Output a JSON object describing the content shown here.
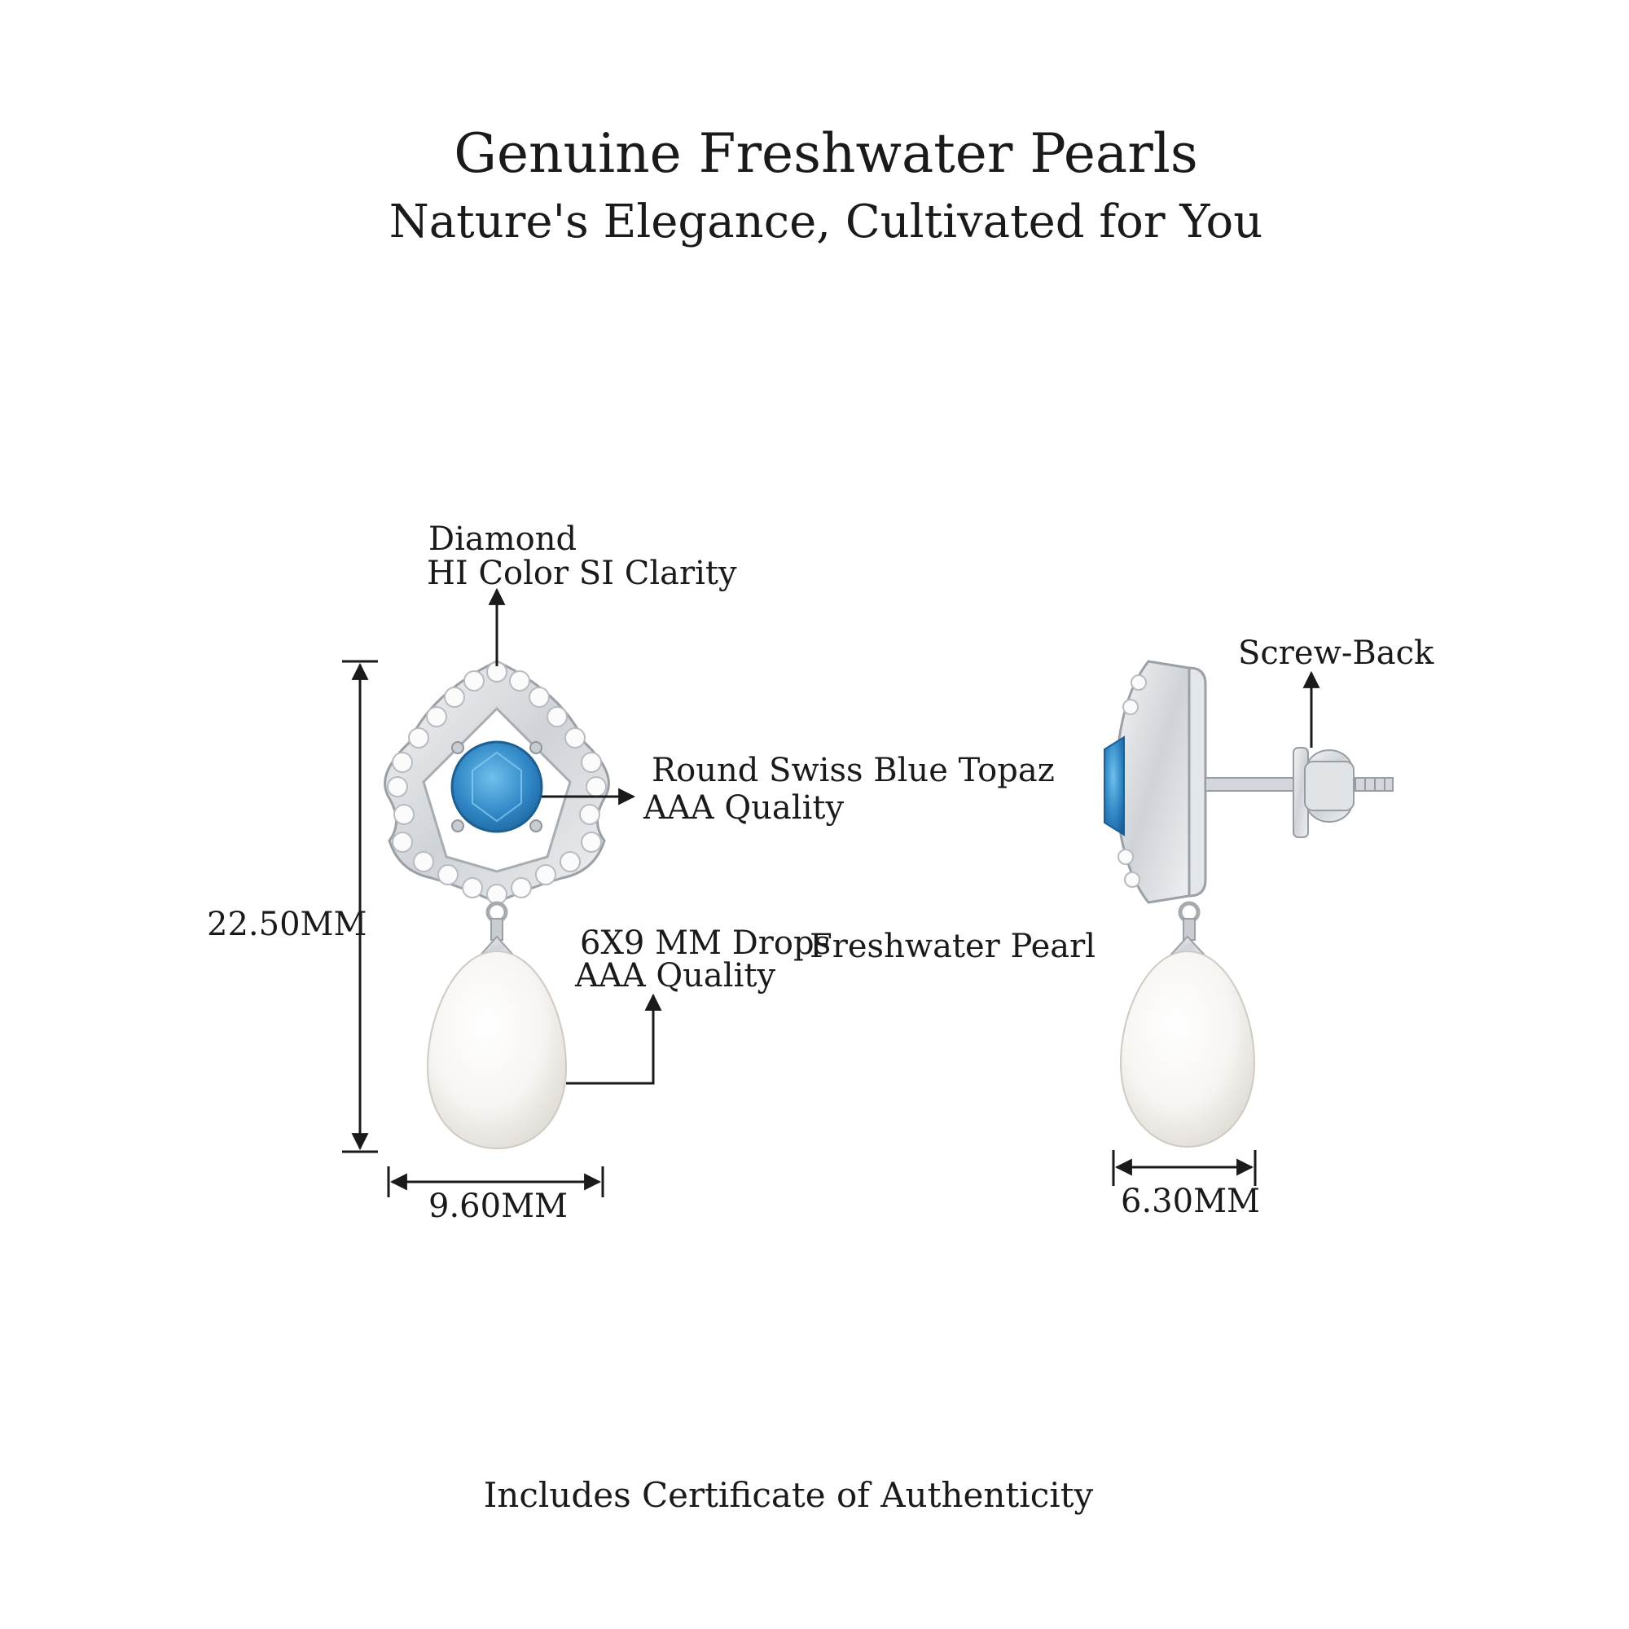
{
  "header": {
    "title": "Genuine Freshwater Pearls",
    "subtitle": "Nature's Elegance, Cultivated for You"
  },
  "callouts": {
    "diamond_line1": "Diamond",
    "diamond_line2": "HI Color SI Clarity",
    "topaz_line1": "Round Swiss Blue Topaz",
    "topaz_line2": "AAA Quality",
    "pearl_size": "6X9 MM Drops",
    "pearl_type": "Freshwater Pearl",
    "pearl_quality": "AAA Quality",
    "back_type": "Screw-Back"
  },
  "dimensions": {
    "height": "22.50MM",
    "front_width": "9.60MM",
    "side_width": "6.30MM"
  },
  "footer": {
    "text": "Includes Certificate of Authenticity"
  },
  "colors": {
    "topaz": "#2f86c4",
    "metal": "#d7dadd",
    "pearl": "#f6f4f1",
    "ink": "#1a1a1a"
  }
}
